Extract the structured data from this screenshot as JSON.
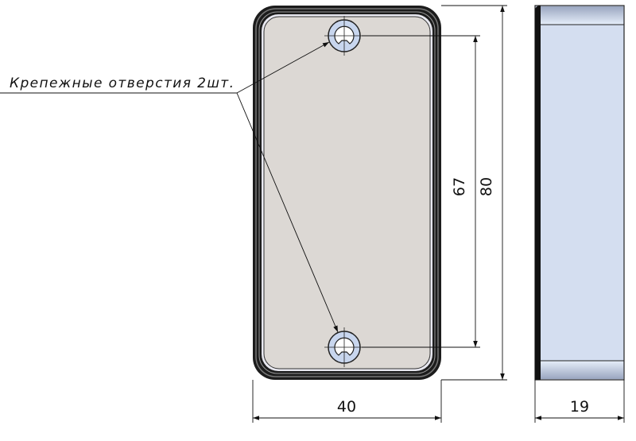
{
  "annotation": {
    "label": "Крепежные отверстия 2шт."
  },
  "dimensions": {
    "width": "40",
    "height": "80",
    "hole_spacing": "67",
    "depth": "19"
  },
  "colors": {
    "plate": "#dcd8d4",
    "side": "#d4def0",
    "hole_ring": "#c8d6ee",
    "frame": "#222222"
  }
}
